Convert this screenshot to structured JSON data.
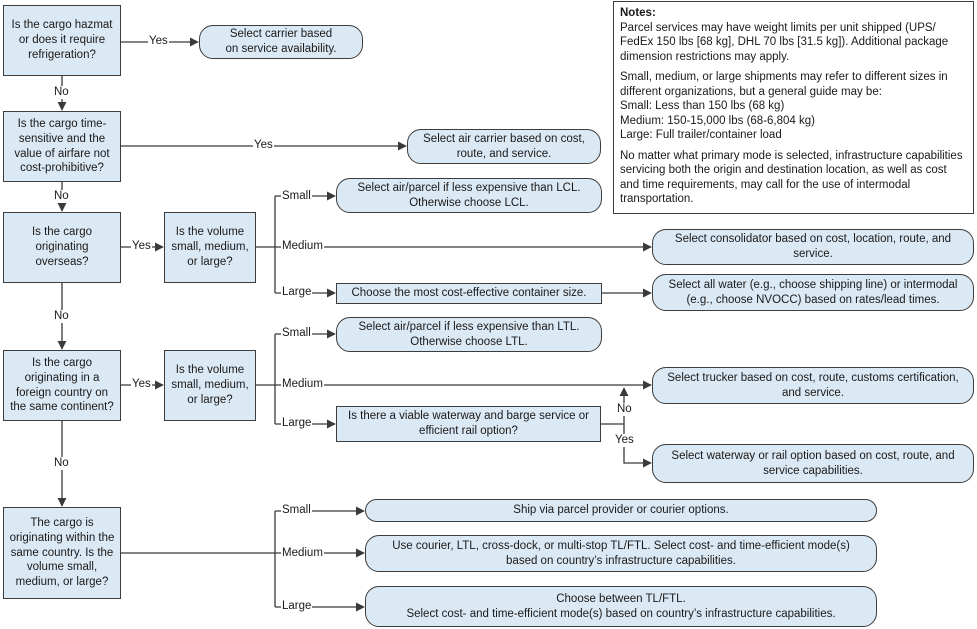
{
  "notes": {
    "title": "Notes:",
    "p1": "Parcel services may have weight limits per unit shipped (UPS/ FedEx 150 lbs [68 kg], DHL 70 lbs [31.5 kg]). Additional package dimension restrictions may apply.",
    "p2": "Small, medium, or large shipments may refer to different sizes in different organizations, but a general guide may be:\nSmall: Less than 150 lbs (68 kg)\nMedium: 150-15,000 lbs (68-6,804 kg)\nLarge: Full trailer/container load",
    "p3": "No matter what primary mode is selected, infrastructure capabilities servicing both the origin and destination location, as well as cost and time requirements, may call for the use of intermodal transportation."
  },
  "nodes": {
    "q_hazmat": "Is the cargo hazmat\nor does it require\nrefrigeration?",
    "r_hazmat": "Select carrier based\non service availability.",
    "q_time": "Is the cargo time-\nsensitive and the\nvalue of airfare not\ncost-prohibitive?",
    "r_air": "Select air carrier based on cost,\nroute, and service.",
    "q_overseas": "Is the cargo\noriginating\noverseas?",
    "q_vol1": "Is the volume\nsmall, medium,\nor large?",
    "r_os_small": "Select air/parcel if less expensive than LCL.\nOtherwise choose LCL.",
    "r_os_medium": "Select consolidator based on cost, location, route, and\nservice.",
    "r_os_large_mid": "Choose the most cost-effective container size.",
    "r_os_large": "Select all water (e.g., choose shipping line) or intermodal\n(e.g., choose NVOCC) based on rates/lead times.",
    "q_foreign": "Is the cargo\noriginating in a\nforeign country on\nthe same continent?",
    "q_vol2": "Is the volume\nsmall, medium,\nor large?",
    "r_fc_small": "Select air/parcel if less expensive than LTL.\nOtherwise choose LTL.",
    "r_fc_medium": "Select trucker based on cost, route, customs certification,\nand service.",
    "q_waterway": "Is there a viable waterway and barge service or\nefficient rail option?",
    "r_waterway": "Select waterway or rail option based on cost, route, and\nservice capabilities.",
    "q_same": "The cargo is\noriginating within the\nsame country. Is the\nvolume small,\nmedium, or large?",
    "r_sc_small": "Ship via parcel provider or courier options.",
    "r_sc_medium": "Use courier, LTL, cross-dock, or multi-stop TL/FTL. Select cost- and time-efficient mode(s)\nbased on country’s infrastructure capabilities.",
    "r_sc_large": "Choose between TL/FTL.\nSelect cost- and time-efficient mode(s) based on country’s infrastructure capabilities."
  },
  "edge_labels": {
    "yes": "Yes",
    "no": "No",
    "small": "Small",
    "medium": "Medium",
    "large": "Large"
  },
  "colors": {
    "node_fill": "#dbe9f4",
    "border": "#3d3d3d",
    "line": "#3a3a3a"
  }
}
